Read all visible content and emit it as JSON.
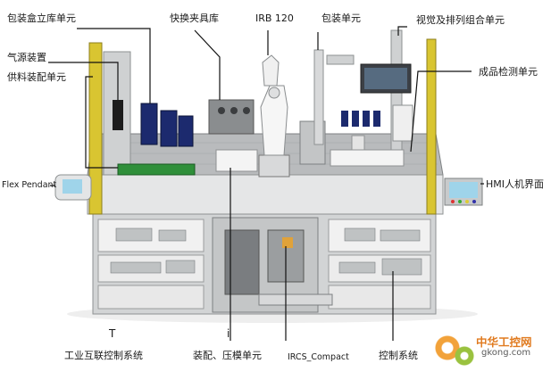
{
  "callouts": {
    "packaging_box_storage": "包装盒立库单元",
    "quick_change_fixture": "快换夹具库",
    "robot": "IRB 120",
    "packaging_unit": "包装单元",
    "vision_sorting": "视觉及排列组合单元",
    "air_source": "气源装置",
    "feeding_assembly": "供料装配单元",
    "product_inspection": "成品检测单元",
    "flex_pendant": "Flex Pendant",
    "hmi": "HMI人机界面",
    "industrial_iot": "工业互联控制系统",
    "assembly_press": "装配、压模单元",
    "ircs_compact": "IRCS_Compact",
    "control_system": "控制系统"
  },
  "footer_marks": {
    "left_t": "T",
    "mid_i": "i"
  },
  "watermark": {
    "cn": "中华工控网",
    "en": "gkong.com"
  },
  "colors": {
    "frame": "#c9cbcc",
    "frame_dark": "#8e9192",
    "panel_blue": "#1c2a6e",
    "green": "#2f8f3a",
    "yellow": "#d9c531",
    "screen": "#9fd4ea"
  }
}
